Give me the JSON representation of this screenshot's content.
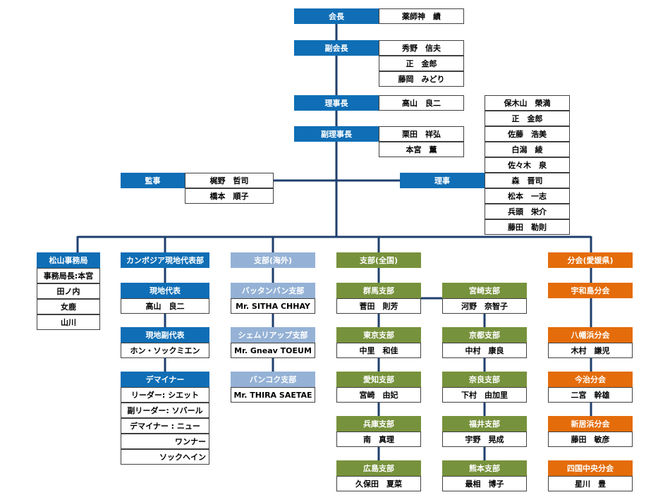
{
  "colors": {
    "blue": "#0f6eb5",
    "light_blue": "#95b2d6",
    "green": "#77923c",
    "orange": "#e46c0a",
    "line": "#1f3f6e"
  },
  "top": {
    "chairman": {
      "title": "会長",
      "names": [
        "薬師神　績"
      ]
    },
    "vice_chairman": {
      "title": "副会長",
      "names": [
        "秀野　信夫",
        "正　金郎",
        "藤岡　みどり"
      ]
    },
    "board_chair": {
      "title": "理事長",
      "names": [
        "高山　良二"
      ]
    },
    "vice_board_chair": {
      "title": "副理事長",
      "names": [
        "栗田　祥弘",
        "本宮　薫"
      ]
    },
    "auditor": {
      "title": "監事",
      "names": [
        "梶野　哲司",
        "橋本　順子"
      ]
    },
    "directors": {
      "title": "理事",
      "names": [
        "保木山　榮満",
        "正　金郎",
        "佐藤　浩美",
        "白潟　綾",
        "佐々木　泉",
        "森　晋司",
        "松本　一志",
        "兵頭　栄介",
        "藤田　勒則"
      ]
    }
  },
  "matsuyama": {
    "title": "松山事務局",
    "rows": [
      "事務局長:本宮",
      "田ノ内",
      "女鹿",
      "山川"
    ]
  },
  "cambodia": {
    "title": "カンボジア現地代表部",
    "rep": {
      "title": "現地代表",
      "name": "高山　良二"
    },
    "vice_rep": {
      "title": "現地副代表",
      "name": "ホン・ソックミエン"
    },
    "deminer": {
      "title": "デマイナー",
      "rows": [
        "リーダー: シエット",
        "副リーダー: ソバール",
        "デマイナー : ニュー",
        "ワンナー",
        "ソックヘイン"
      ]
    }
  },
  "overseas": {
    "title": "支部(海外)",
    "branches": [
      {
        "title": "バッタンバン支部",
        "name": "Mr. SITHA CHHAY"
      },
      {
        "title": "シェムリアップ支部",
        "name": "Mr. Gneav TOEUM"
      },
      {
        "title": "バンコク支部",
        "name": "Mr. THIRA SAETAE"
      }
    ]
  },
  "national": {
    "title": "支部(全国)",
    "left": [
      {
        "title": "群馬支部",
        "name": "菅田　則芳"
      },
      {
        "title": "東京支部",
        "name": "中里　和佳"
      },
      {
        "title": "愛知支部",
        "name": "宮崎　由妃"
      },
      {
        "title": "兵庫支部",
        "name": "南　真理"
      },
      {
        "title": "広島支部",
        "name": "久保田　夏菜"
      }
    ],
    "right": [
      {
        "title": "宮崎支部",
        "name": "河野　奈智子"
      },
      {
        "title": "京都支部",
        "name": "中村　康良"
      },
      {
        "title": "奈良支部",
        "name": "下村　由加里"
      },
      {
        "title": "福井支部",
        "name": "宇野　晃成"
      },
      {
        "title": "熊本支部",
        "name": "最相　博子"
      }
    ]
  },
  "ehime": {
    "title": "分会(愛媛県)",
    "branches": [
      {
        "title": "宇和島分会",
        "name": ""
      },
      {
        "title": "八幡浜分会",
        "name": "木村　謙児"
      },
      {
        "title": "今治分会",
        "name": "二宮　幹雄"
      },
      {
        "title": "新居浜分会",
        "name": "藤田　敏彦"
      },
      {
        "title": "四国中央分会",
        "name": "星川　豊"
      }
    ]
  }
}
